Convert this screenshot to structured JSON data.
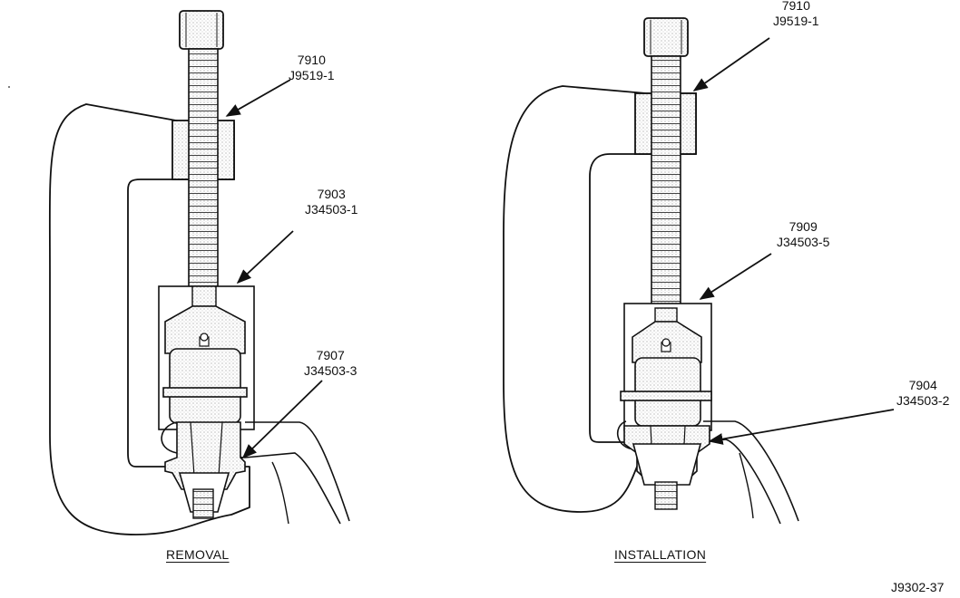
{
  "removal": {
    "caption": "REMOVAL",
    "labels": [
      {
        "line1": "7910",
        "line2": "J9519-1"
      },
      {
        "line1": "7903",
        "line2": "J34503-1"
      },
      {
        "line1": "7907",
        "line2": "J34503-3"
      }
    ]
  },
  "installation": {
    "caption": "INSTALLATION",
    "labels": [
      {
        "line1": "7910",
        "line2": "J9519-1"
      },
      {
        "line1": "7909",
        "line2": "J34503-5"
      },
      {
        "line1": "7904",
        "line2": "J34503-2"
      }
    ]
  },
  "figure_id": "J9302-37"
}
